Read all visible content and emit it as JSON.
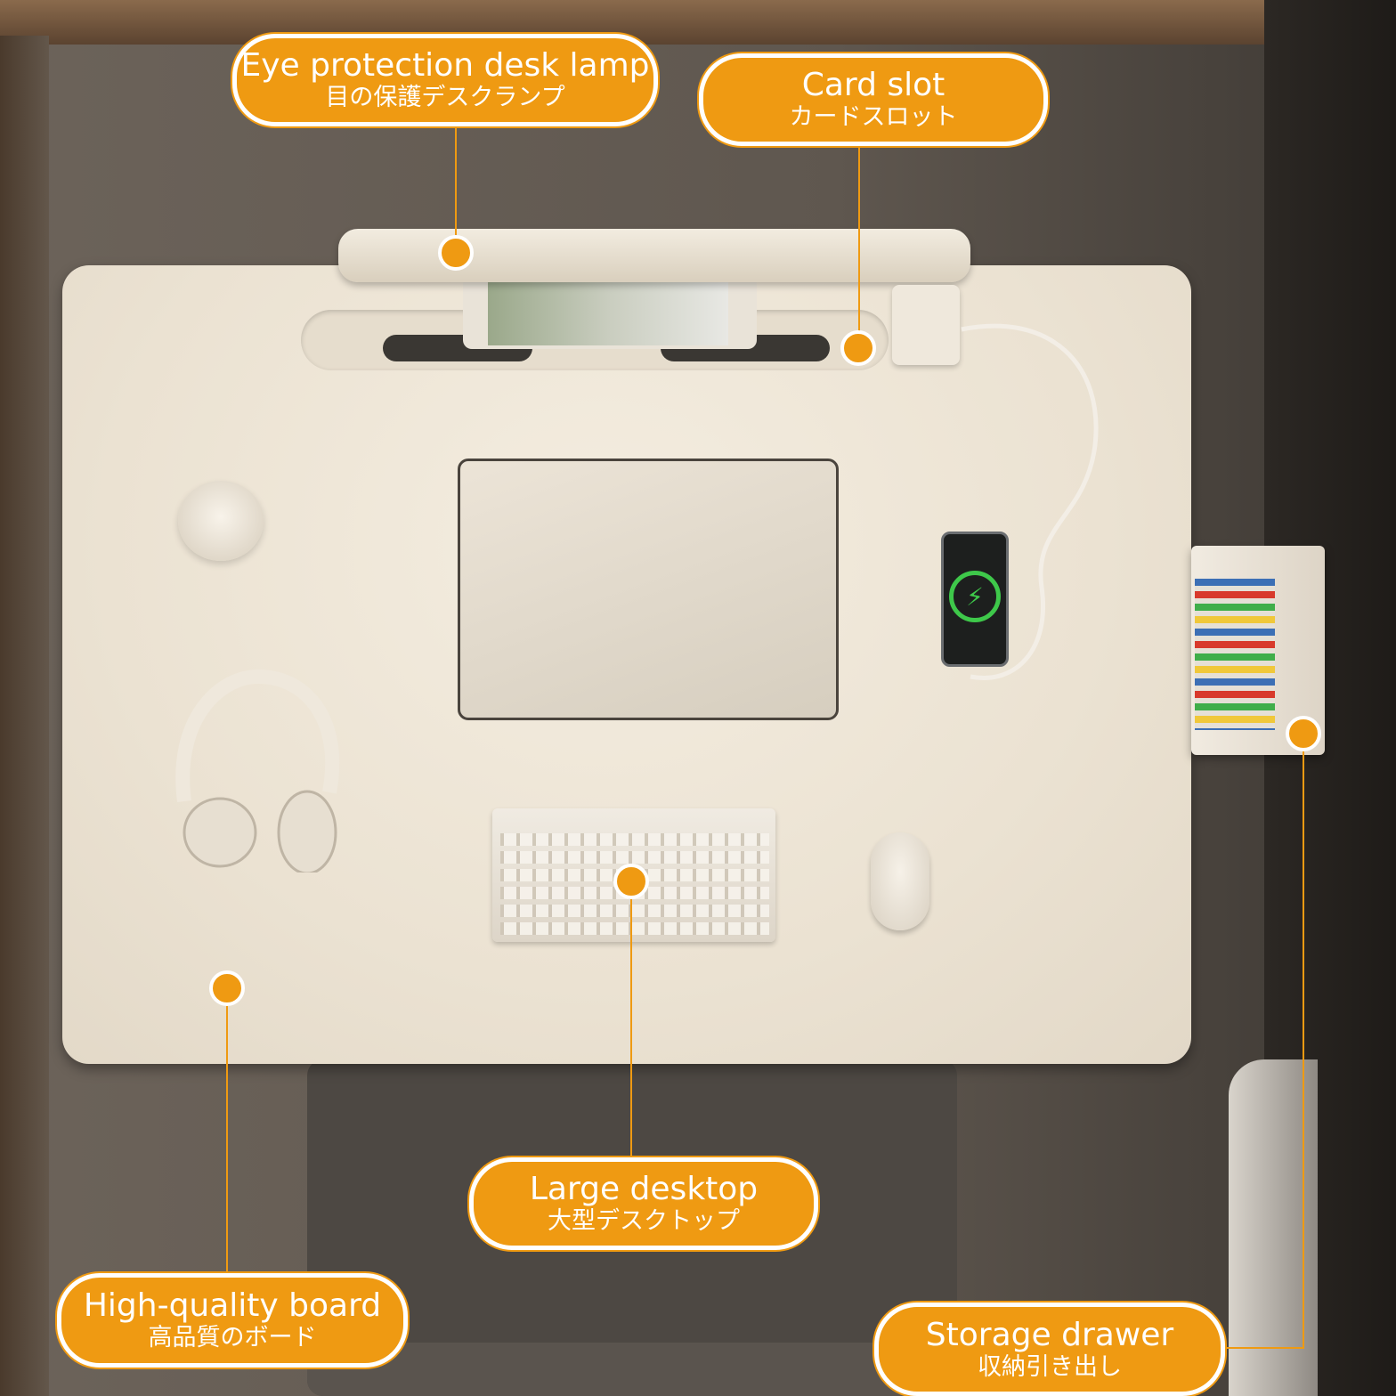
{
  "callouts": {
    "lamp": {
      "en": "Eye protection desk lamp",
      "jp": "目の保護デスクランプ"
    },
    "card": {
      "en": "Card slot",
      "jp": "カードスロット"
    },
    "desktop": {
      "en": "Large desktop",
      "jp": "大型デスクトップ"
    },
    "board": {
      "en": "High-quality board",
      "jp": "高品質のボード"
    },
    "drawer": {
      "en": "Storage drawer",
      "jp": "収納引き出し"
    }
  },
  "colors": {
    "accent": "#ef9a12",
    "outline": "#ffffff",
    "desk": "#ece4d4",
    "floor": "#5a534b"
  },
  "icons": [
    "lightning-bolt-icon"
  ]
}
